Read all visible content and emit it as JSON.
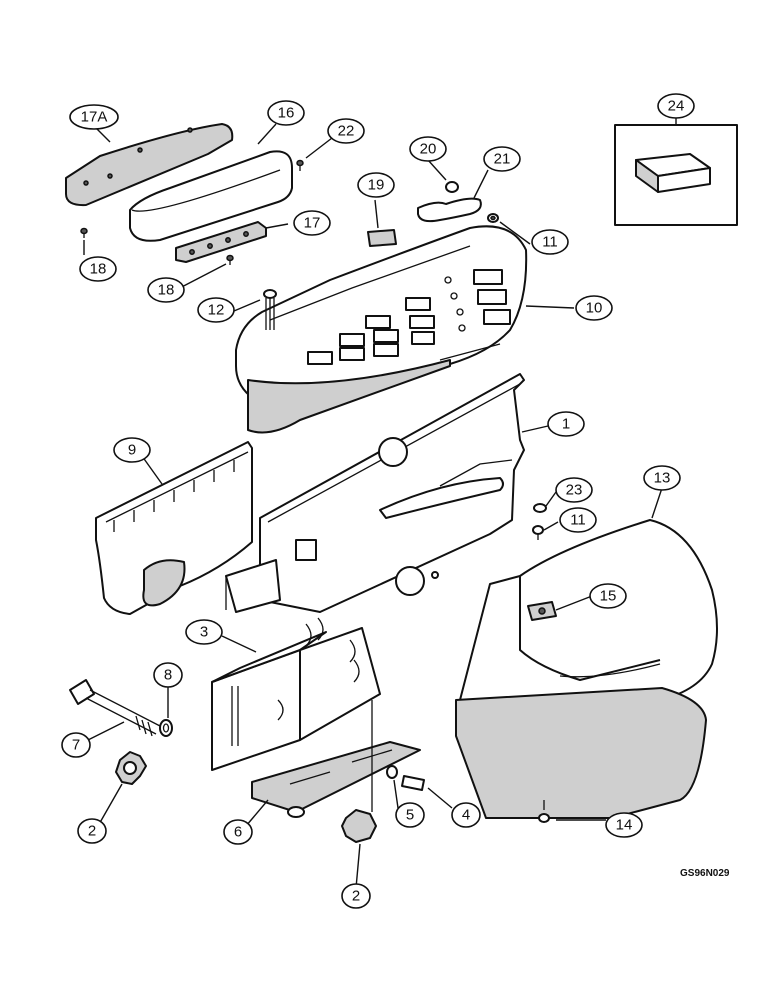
{
  "diagram": {
    "drawing_ref": "GS96N029",
    "callouts": [
      {
        "id": "c-17a",
        "label": "17A"
      },
      {
        "id": "c-16",
        "label": "16"
      },
      {
        "id": "c-22",
        "label": "22"
      },
      {
        "id": "c-20",
        "label": "20"
      },
      {
        "id": "c-21",
        "label": "21"
      },
      {
        "id": "c-24",
        "label": "24"
      },
      {
        "id": "c-19",
        "label": "19"
      },
      {
        "id": "c-17",
        "label": "17"
      },
      {
        "id": "c-11a",
        "label": "11"
      },
      {
        "id": "c-18a",
        "label": "18"
      },
      {
        "id": "c-18b",
        "label": "18"
      },
      {
        "id": "c-12",
        "label": "12"
      },
      {
        "id": "c-10",
        "label": "10"
      },
      {
        "id": "c-1",
        "label": "1"
      },
      {
        "id": "c-9",
        "label": "9"
      },
      {
        "id": "c-23",
        "label": "23"
      },
      {
        "id": "c-13",
        "label": "13"
      },
      {
        "id": "c-11b",
        "label": "11"
      },
      {
        "id": "c-15",
        "label": "15"
      },
      {
        "id": "c-3",
        "label": "3"
      },
      {
        "id": "c-8",
        "label": "8"
      },
      {
        "id": "c-7",
        "label": "7"
      },
      {
        "id": "c-4",
        "label": "4"
      },
      {
        "id": "c-5",
        "label": "5"
      },
      {
        "id": "c-2a",
        "label": "2"
      },
      {
        "id": "c-6",
        "label": "6"
      },
      {
        "id": "c-14",
        "label": "14"
      },
      {
        "id": "c-2b",
        "label": "2"
      }
    ]
  }
}
